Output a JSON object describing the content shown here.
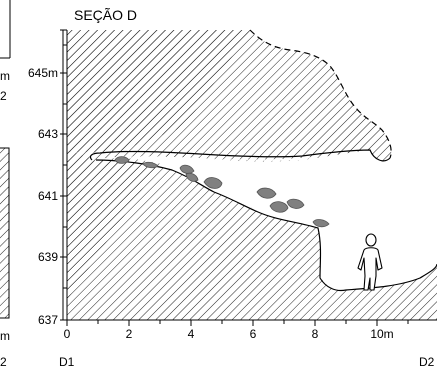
{
  "section": {
    "title": "SEÇÃO D"
  },
  "y_axis": {
    "labels": [
      "645m",
      "643",
      "641",
      "639",
      "637"
    ]
  },
  "x_axis": {
    "labels": [
      "0",
      "2",
      "4",
      "6",
      "8",
      "10m"
    ]
  },
  "endpoints": {
    "left": "D1",
    "right": "D2"
  },
  "left_panel": {
    "fragment_1": "m",
    "fragment_2": "2",
    "fragment_3": "m",
    "fragment_4": "2"
  },
  "colors": {
    "hatch": "#222222",
    "boulder_fill": "#808080",
    "boulder_stroke": "#555555",
    "frame": "#000000"
  },
  "icons": [
    "person-silhouette-icon",
    "boulder-icon"
  ]
}
